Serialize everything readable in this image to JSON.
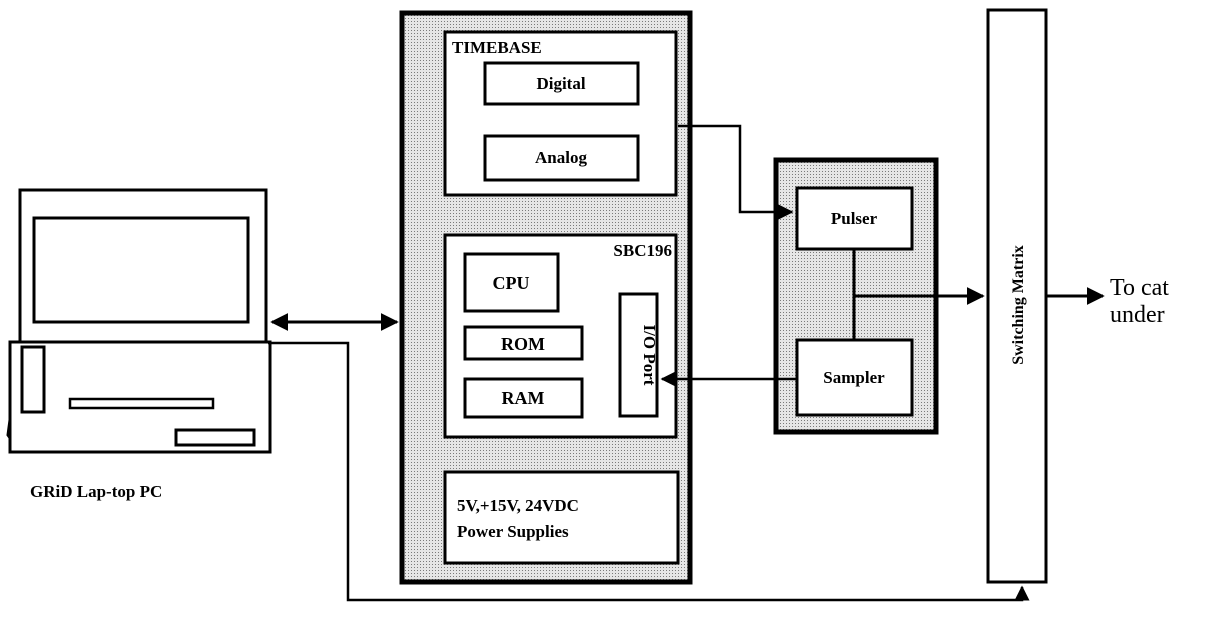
{
  "diagram": {
    "laptop_label": "GRiD Lap-top PC",
    "timebase": {
      "title": "TIMEBASE",
      "digital": "Digital",
      "analog": "Analog"
    },
    "sbc": {
      "title": "SBC196",
      "cpu": "CPU",
      "rom": "ROM",
      "ram": "RAM",
      "io_port": "I/O Port"
    },
    "power": {
      "line1": "5V,+15V, 24VDC",
      "line2": "Power Supplies"
    },
    "pulser": "Pulser",
    "sampler": "Sampler",
    "switching_matrix": "Switching Matrix",
    "output_line1": "To cat",
    "output_line2": "under"
  },
  "colors": {
    "stroke": "#000000",
    "panel_fill": "#d2d2d2",
    "box_fill": "#ffffff"
  }
}
